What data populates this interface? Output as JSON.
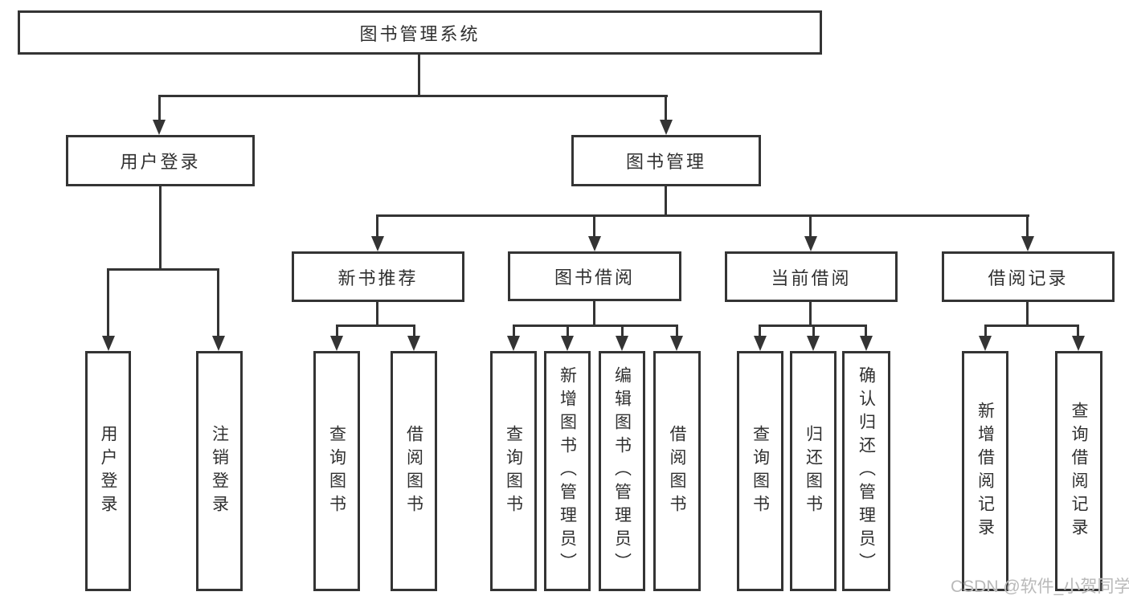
{
  "tree": {
    "root": {
      "label": "图书管理系统"
    },
    "children": [
      {
        "label": "用户登录",
        "children": [
          "用户登录",
          "注销登录"
        ]
      },
      {
        "label": "图书管理",
        "children": [
          {
            "label": "新书推荐",
            "children": [
              "查询图书",
              "借阅图书"
            ]
          },
          {
            "label": "图书借阅",
            "children": [
              "查询图书",
              "新增图书（管理员）",
              "编辑图书（管理员）",
              "借阅图书"
            ]
          },
          {
            "label": "当前借阅",
            "children": [
              "查询图书",
              "归还图书",
              "确认归还（管理员）"
            ]
          },
          {
            "label": "借阅记录",
            "children": [
              "新增借阅记录",
              "查询借阅记录"
            ]
          }
        ]
      }
    ]
  },
  "watermark": {
    "text": "CSDN @软件_小贺同学"
  },
  "colors": {
    "line": "#343434",
    "box_border": "#343434",
    "text": "#303030",
    "watermark": "#b9b9b9",
    "background": "#ffffff"
  }
}
